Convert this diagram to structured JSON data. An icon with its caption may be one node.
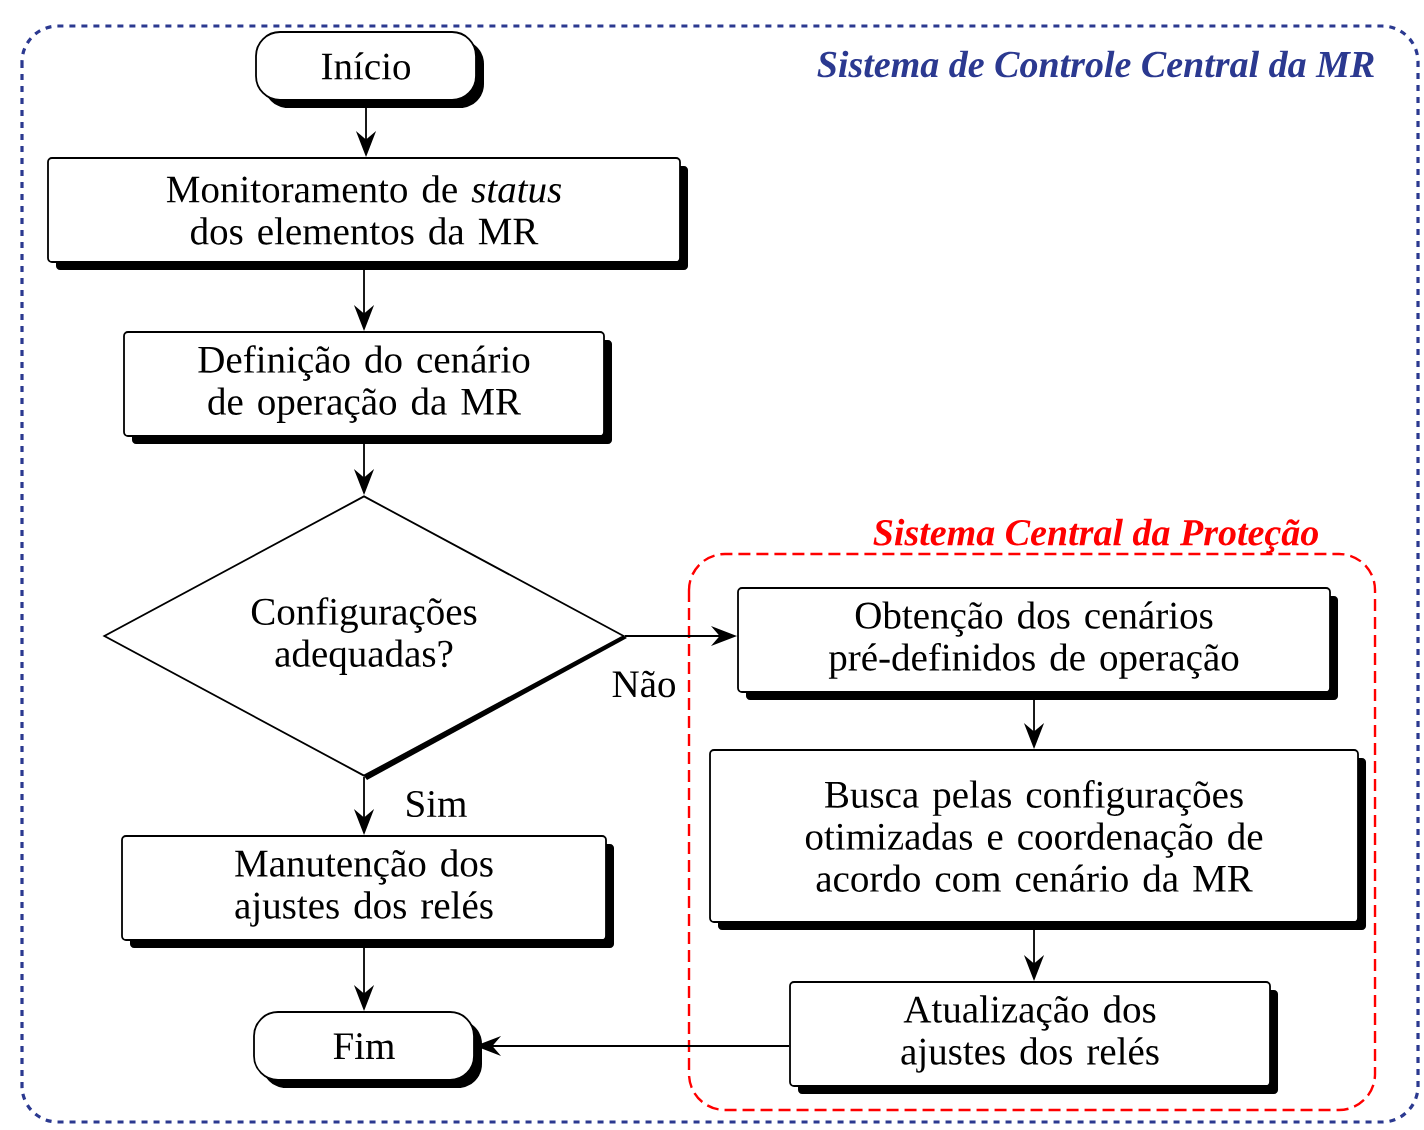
{
  "diagram": {
    "nodes": [
      {
        "text": [
          "Sistema de Controle Central da MR"
        ]
      },
      {
        "text": [
          "Início"
        ],
        "in": 0
      },
      {
        "text": [
          "Monitoramento de *status* dos elementos da MR"
        ],
        "in": 0
      },
      {
        "text": [
          "Definição do cenário de operação da MR"
        ],
        "in": 0
      },
      {
        "text": [
          "Configurações adequadas?"
        ],
        "in": 0
      },
      {
        "text": [
          "Sistema Central da Proteção"
        ],
        "in": 0
      },
      {
        "text": [
          "Obtenção dos cenários pré-definidos de operação"
        ],
        "in": 5
      },
      {
        "text": [
          "Busca pelas configurações otimizadas e coordenação de acordo com cenário da MR"
        ],
        "in": 5
      },
      {
        "text": [
          "Atualização dos ajustes dos relés"
        ],
        "in": 5
      },
      {
        "text": [
          "Manutenção dos ajustes dos relés"
        ],
        "in": 0
      },
      {
        "text": [
          "Fim"
        ],
        "in": 0
      }
    ],
    "edges": [
      {
        "from": 1,
        "to": 2,
        "arrow": "to"
      },
      {
        "from": 2,
        "to": 3,
        "arrow": "to"
      },
      {
        "from": 3,
        "to": 4,
        "arrow": "to"
      },
      {
        "from": 4,
        "to": 6,
        "arrow": "to",
        "label": "Não"
      },
      {
        "from": 4,
        "to": 9,
        "arrow": "to",
        "label": "Sim"
      },
      {
        "from": 6,
        "to": 7,
        "arrow": "to"
      },
      {
        "from": 7,
        "to": 8,
        "arrow": "to"
      },
      {
        "from": 8,
        "to": 10,
        "arrow": "to"
      },
      {
        "from": 9,
        "to": 10,
        "arrow": "to"
      }
    ]
  }
}
